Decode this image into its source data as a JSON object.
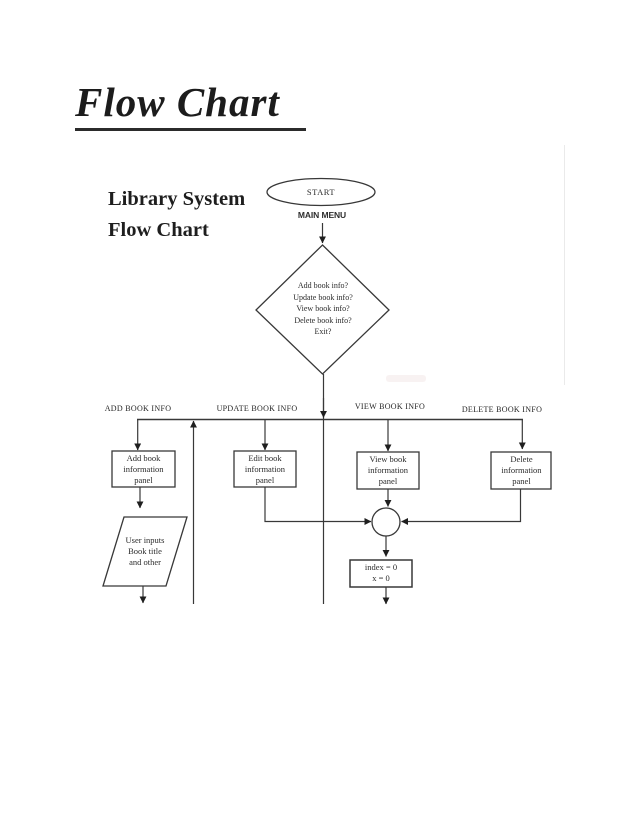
{
  "document": {
    "title": "Flow Chart",
    "subtitle": "Library System\nFlow Chart"
  },
  "flowchart": {
    "start_label": "START",
    "main_menu_label": "MAIN MENU",
    "decision_text": "Add book info?\nUpdate book info?\nView book info?\nDelete book info?\nExit?",
    "branches": [
      {
        "label": "ADD BOOK INFO",
        "panel": "Add book\ninformation\npanel"
      },
      {
        "label": "UPDATE BOOK INFO",
        "panel": "Edit book\ninformation\npanel"
      },
      {
        "label": "VIEW BOOK INFO",
        "panel": "View book\ninformation\npanel"
      },
      {
        "label": "DELETE BOOK INFO",
        "panel": "Delete\ninformation\npanel"
      }
    ],
    "user_input_text": "User inputs\nBook title\nand other",
    "init_text": "index = 0\nx = 0"
  },
  "colors": {
    "page": "#ffffff",
    "ink": "#1f1f1f",
    "line": "#383838",
    "artifact_line": "#eaeaea",
    "smudge": "#f5ecec"
  }
}
